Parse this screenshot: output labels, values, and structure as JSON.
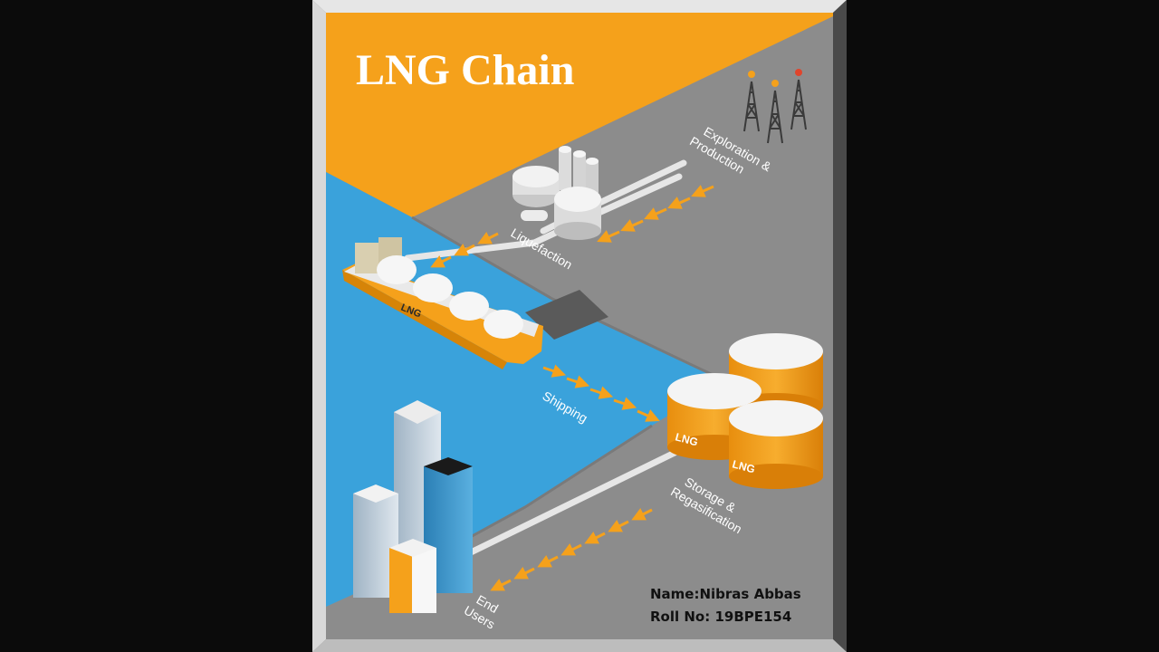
{
  "title": "LNG Chain",
  "stages": {
    "exploration": [
      "Exploration &",
      "Production"
    ],
    "liquefaction": "Liquefaction",
    "shipping": "Shipping",
    "storage": [
      "Storage &",
      "Regasification"
    ],
    "end_users": [
      "End",
      "Users"
    ]
  },
  "ship_label": "LNG",
  "tank_label": "LNG",
  "credit": {
    "name": "Name:Nibras Abbas",
    "roll": "Roll No: 19BPE154"
  },
  "colors": {
    "orange": "#f5a11b",
    "sea": "#3aa2db",
    "land": "#8c8c8c",
    "background": "#0b0b0b"
  }
}
